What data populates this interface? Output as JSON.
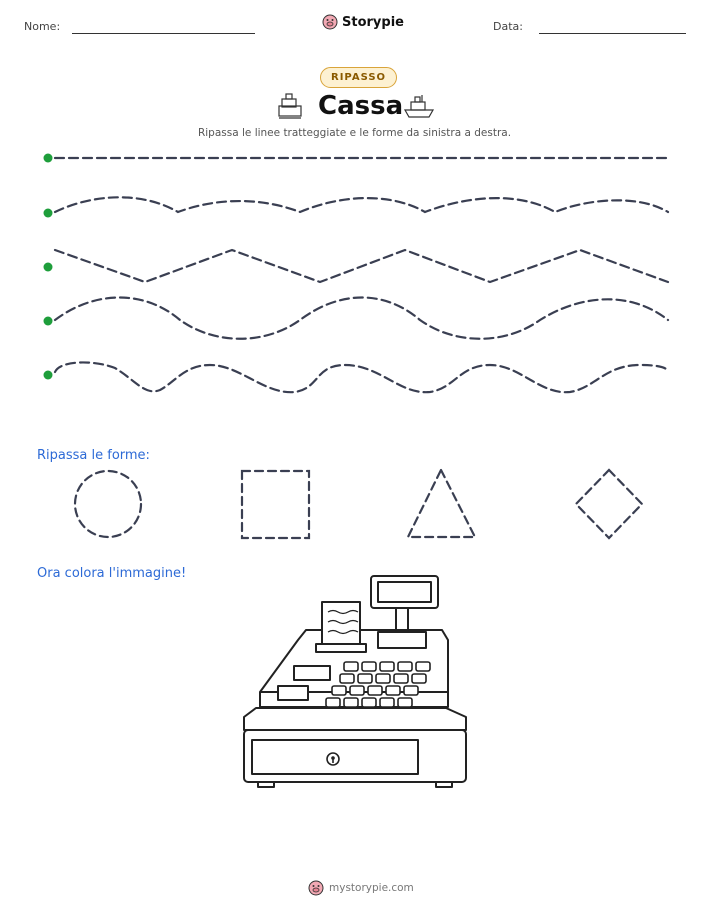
{
  "header": {
    "name_label": "Nome:",
    "brand": "Storypie",
    "date_label": "Data:"
  },
  "badge": "RIPASSO",
  "title": "Cassa",
  "instruction": "Ripassa le linee tratteggiate e le forme da sinistra a destra.",
  "shapes_title": "Ripassa le forme:",
  "color_title": "Ora colora l'immagine!",
  "footer": {
    "url": "mystorypie.com"
  },
  "icons": {
    "brand": "pig-mascot-icon",
    "title_left": "cash-register-icon",
    "title_right": "ship-icon",
    "start_point": "green-dot-icon"
  },
  "colors": {
    "dot": "#1e9e3b",
    "dash": "#3a3f52",
    "section": "#2d6ad6",
    "badge_border": "#d9a43a",
    "badge_bg": "#fdf1d2"
  }
}
